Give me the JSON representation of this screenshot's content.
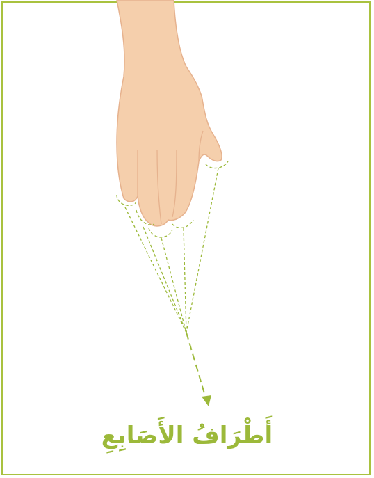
{
  "diagram": {
    "caption": "أَطْرَافُ الأَصَابِعِ",
    "colors": {
      "frame": "#a9c23f",
      "caption": "#9cb93a",
      "guide_lines": "#9cb93a",
      "skin": "#f5cfac",
      "skin_outline": "#e6b28e"
    },
    "icons": [
      "hand-illustration",
      "fingertip-outline",
      "pointer-arrow"
    ]
  }
}
